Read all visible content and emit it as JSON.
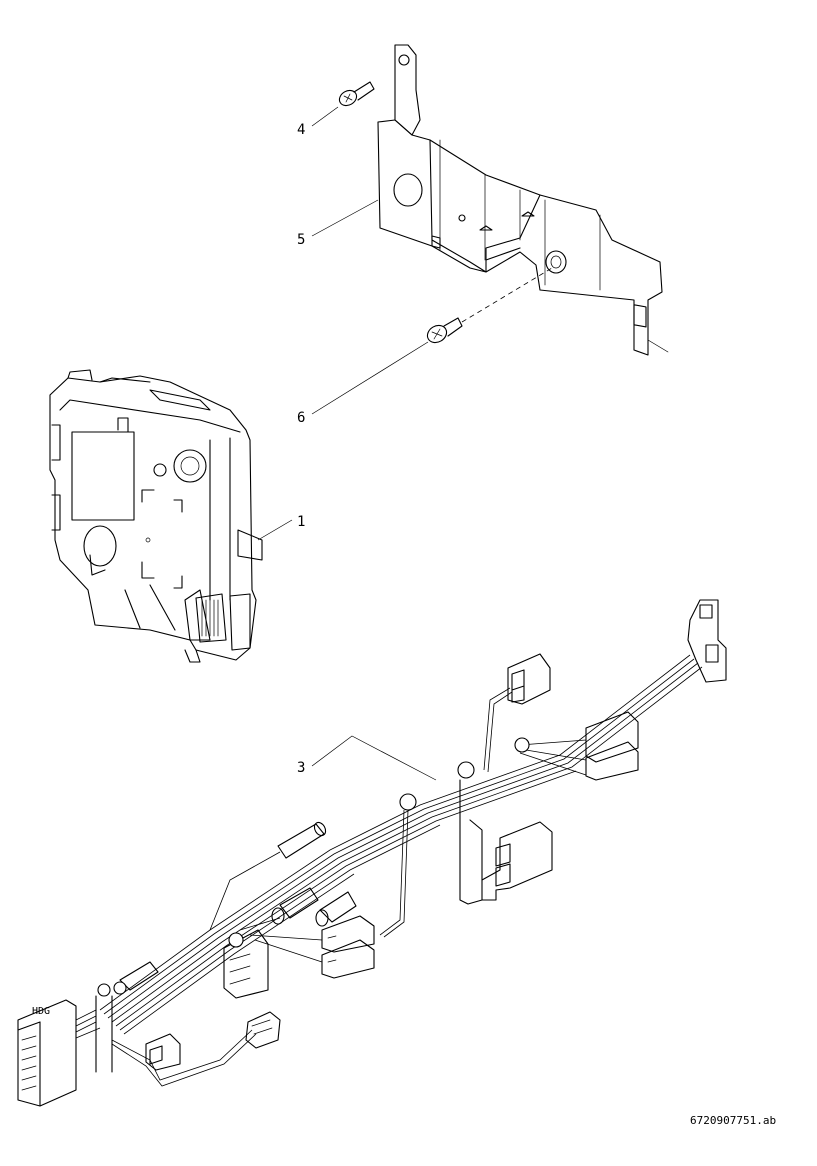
{
  "callouts": {
    "c1": "1",
    "c3": "3",
    "c4": "4",
    "c5": "5",
    "c6": "6"
  },
  "connector_label": "HDG",
  "drawing_ref": "6720907751.ab"
}
